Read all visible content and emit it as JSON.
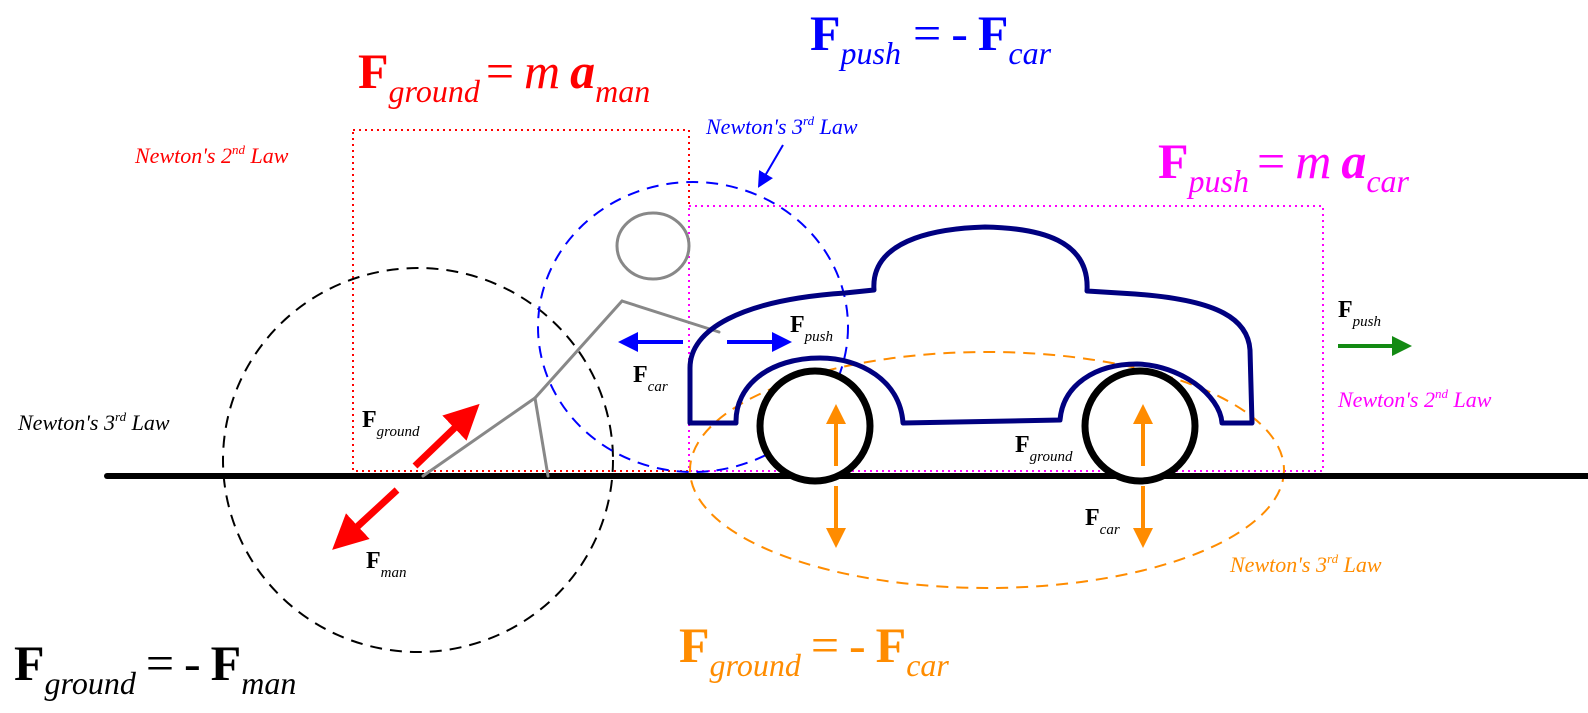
{
  "colors": {
    "red": "#ff0000",
    "blue": "#0000ff",
    "magenta": "#ff00ff",
    "orange": "#ff8c00",
    "green": "#138a13",
    "navy": "#000080",
    "gray": "#888888",
    "black": "#000000"
  },
  "equations": {
    "red": {
      "lhs_F": "F",
      "lhs_sub": "ground",
      "eq": "=",
      "m": "m",
      "a": "a",
      "rhs_sub": "man"
    },
    "blue": {
      "lhs_F": "F",
      "lhs_sub": "push",
      "eq": "=",
      "minus": "-",
      "rhs_F": "F",
      "rhs_sub": "car"
    },
    "magenta": {
      "lhs_F": "F",
      "lhs_sub": "push",
      "eq": "=",
      "m": "m",
      "a": "a",
      "rhs_sub": "car"
    },
    "orange": {
      "lhs_F": "F",
      "lhs_sub": "ground",
      "eq": "=",
      "minus": "-",
      "rhs_F": "F",
      "rhs_sub": "car"
    },
    "black": {
      "lhs_F": "F",
      "lhs_sub": "ground",
      "eq": "=",
      "minus": "-",
      "rhs_F": "F",
      "rhs_sub": "man"
    }
  },
  "law_labels": {
    "second_red": {
      "pre": "Newton's 2",
      "sup": "nd",
      "post": " Law"
    },
    "third_blue": {
      "pre": "Newton's 3",
      "sup": "rd",
      "post": " Law"
    },
    "second_magenta": {
      "pre": "Newton's 2",
      "sup": "nd",
      "post": " Law"
    },
    "third_black": {
      "pre": "Newton's 3",
      "sup": "rd",
      "post": " Law"
    },
    "third_orange": {
      "pre": "Newton's 3",
      "sup": "rd",
      "post": " Law"
    }
  },
  "force_labels": {
    "ground_man": {
      "F": "F",
      "sub": "ground"
    },
    "man": {
      "F": "F",
      "sub": "man"
    },
    "car_blue": {
      "F": "F",
      "sub": "car"
    },
    "push_blue": {
      "F": "F",
      "sub": "push"
    },
    "push_right": {
      "F": "F",
      "sub": "push"
    },
    "ground_wheel": {
      "F": "F",
      "sub": "ground"
    },
    "car_wheel": {
      "F": "F",
      "sub": "car"
    }
  }
}
